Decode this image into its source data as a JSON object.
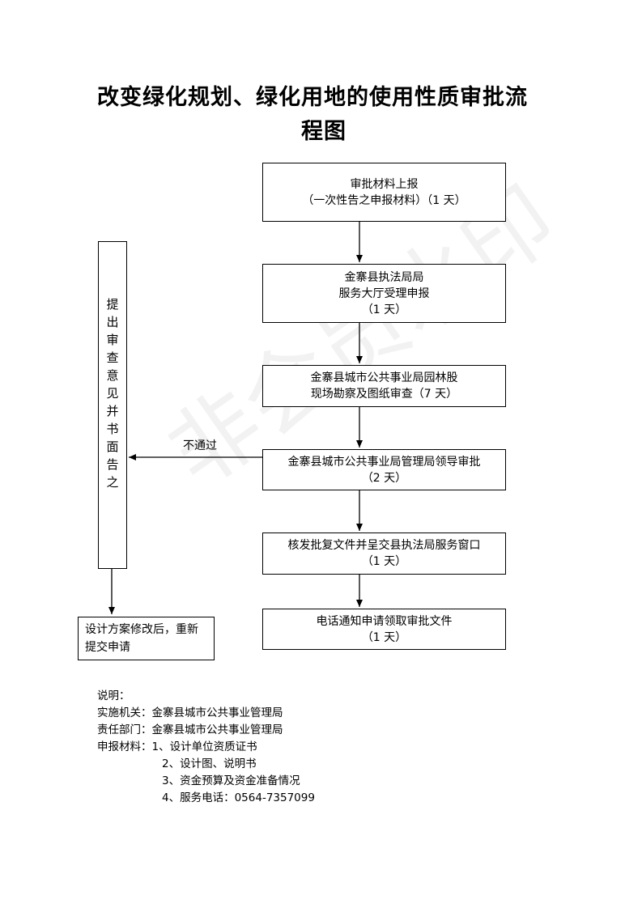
{
  "title": {
    "line1": "改变绿化规划、绿化用地的使用性质审批流",
    "line2": "程图"
  },
  "steps": [
    {
      "lines": [
        "审批材料上报",
        "（一次性告之申报材料）（1 天）"
      ]
    },
    {
      "lines": [
        "金寨县执法局局",
        "服务大厅受理申报",
        "（1 天）"
      ]
    },
    {
      "lines": [
        "金寨县城市公共事业局园林股",
        "现场勘察及图纸审查（7 天）"
      ]
    },
    {
      "lines": [
        "金寨县城市公共事业局管理局领导审批",
        "（2 天）"
      ]
    },
    {
      "lines": [
        "核发批复文件并呈交县执法局服务窗口",
        "（1 天）"
      ]
    },
    {
      "lines": [
        "电话通知申请领取审批文件",
        "（1 天）"
      ]
    }
  ],
  "reject_label": "不通过",
  "side_box": "提出审查意见并书面告之",
  "resubmit_box": "设计方案修改后，重新提交申请",
  "notes": {
    "heading": "说明：",
    "agency": "实施机关：金寨县城市公共事业管理局",
    "department": "责任部门：金寨县城市公共事业管理局",
    "materials_label": "申报材料：",
    "materials": [
      "1、设计单位资质证书",
      "2、设计图、说明书",
      "3、资金预算及资金准备情况",
      "4、服务电话：0564-7357099"
    ]
  },
  "watermark": "非会员水印"
}
